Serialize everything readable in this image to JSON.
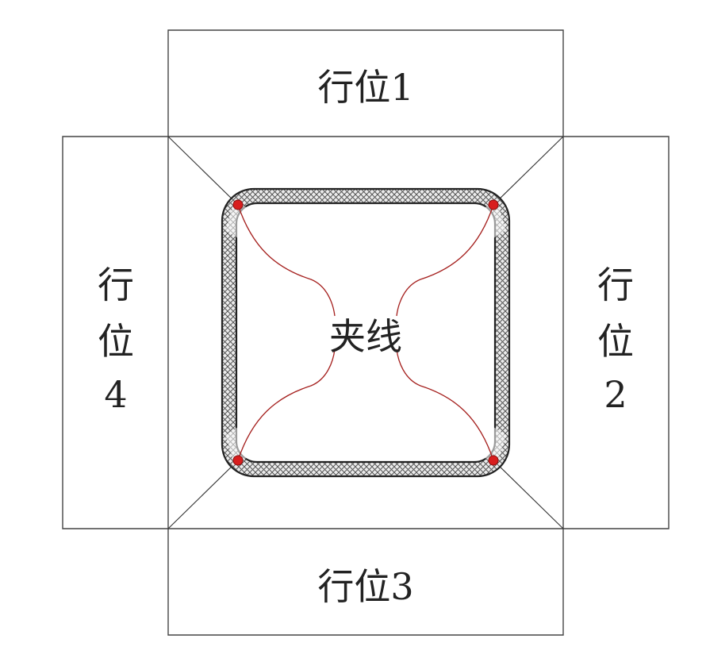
{
  "diagram": {
    "stations": {
      "top": "行位1",
      "right": [
        "行",
        "位",
        "2"
      ],
      "bottom": "行位3",
      "left": [
        "行",
        "位",
        "4"
      ]
    },
    "center_label": "夹线"
  },
  "colors": {
    "panel_stroke": "#444444",
    "wire": "#a5201e",
    "dot": "#d81e1e",
    "ring_hatch": "#555555"
  }
}
